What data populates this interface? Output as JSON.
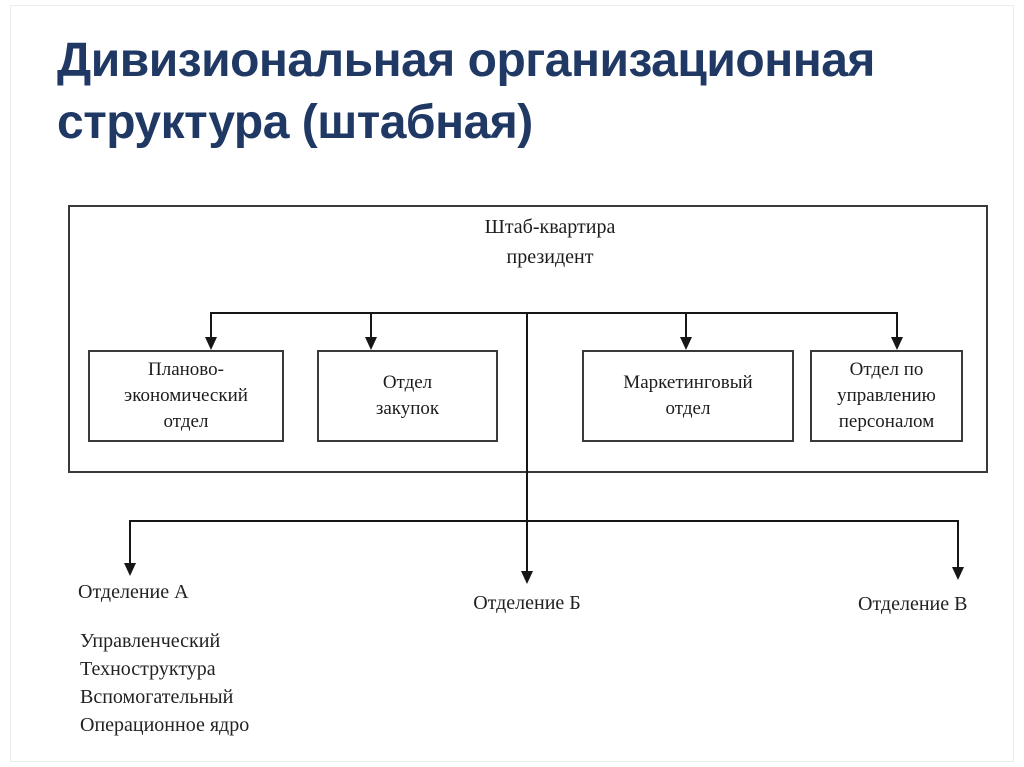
{
  "title": {
    "line1": "Дивизиональная организационная",
    "line2": "структура (штабная)"
  },
  "colors": {
    "title_text": "#1f3864",
    "diagram_lines": "#161616",
    "box_border": "#3a3a3a",
    "diagram_text": "#1c1c1c",
    "background": "#ffffff"
  },
  "diagram": {
    "headquarters": {
      "line1": "Штаб-квартира",
      "line2": "президент"
    },
    "departments": [
      {
        "lines": [
          "Планово-",
          "экономический",
          "отдел"
        ]
      },
      {
        "lines": [
          "Отдел",
          "закупок"
        ]
      },
      {
        "lines": [
          "Маркетинговый",
          "отдел"
        ]
      },
      {
        "lines": [
          "Отдел по",
          "управлению",
          "персоналом"
        ]
      }
    ],
    "divisions": [
      {
        "label": "Отделение А"
      },
      {
        "label": "Отделение Б"
      },
      {
        "label": "Отделение В"
      }
    ],
    "division_a_components": [
      "Управленческий",
      "Техноструктура",
      "Вспомогательный",
      "Операционное ядро"
    ]
  }
}
